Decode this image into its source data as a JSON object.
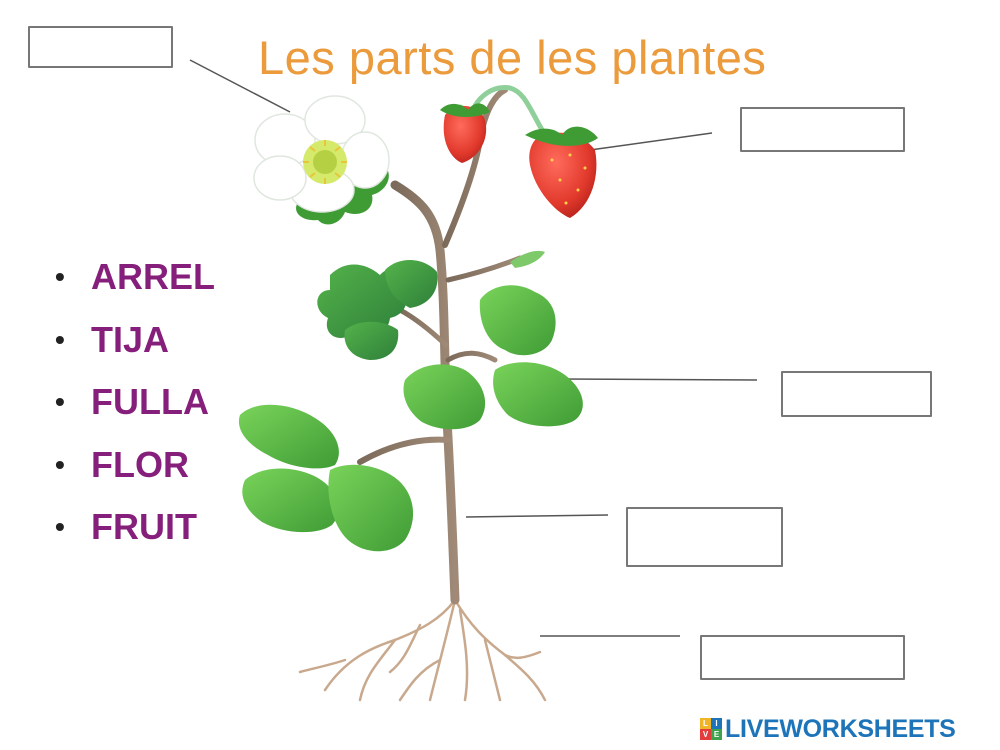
{
  "worksheet": {
    "title": "Les parts de les plantes",
    "word_bank": [
      "ARREL",
      "TIJA",
      "FULLA",
      "FLOR",
      "FRUIT"
    ],
    "answers": {
      "flower": "",
      "fruit": "",
      "leaf": "",
      "stem": "",
      "root": ""
    }
  },
  "branding": {
    "logo_text": "LIVEWORKSHEETS",
    "logo_mark_letters": [
      "L",
      "I",
      "V",
      "E"
    ]
  },
  "colors": {
    "title": "#eb9a3c",
    "word_bank_text": "#861f7b",
    "logo": "#1d74b9",
    "leaf": "#5cbf45",
    "stem": "#8b7766",
    "fruit": "#e1392c"
  }
}
